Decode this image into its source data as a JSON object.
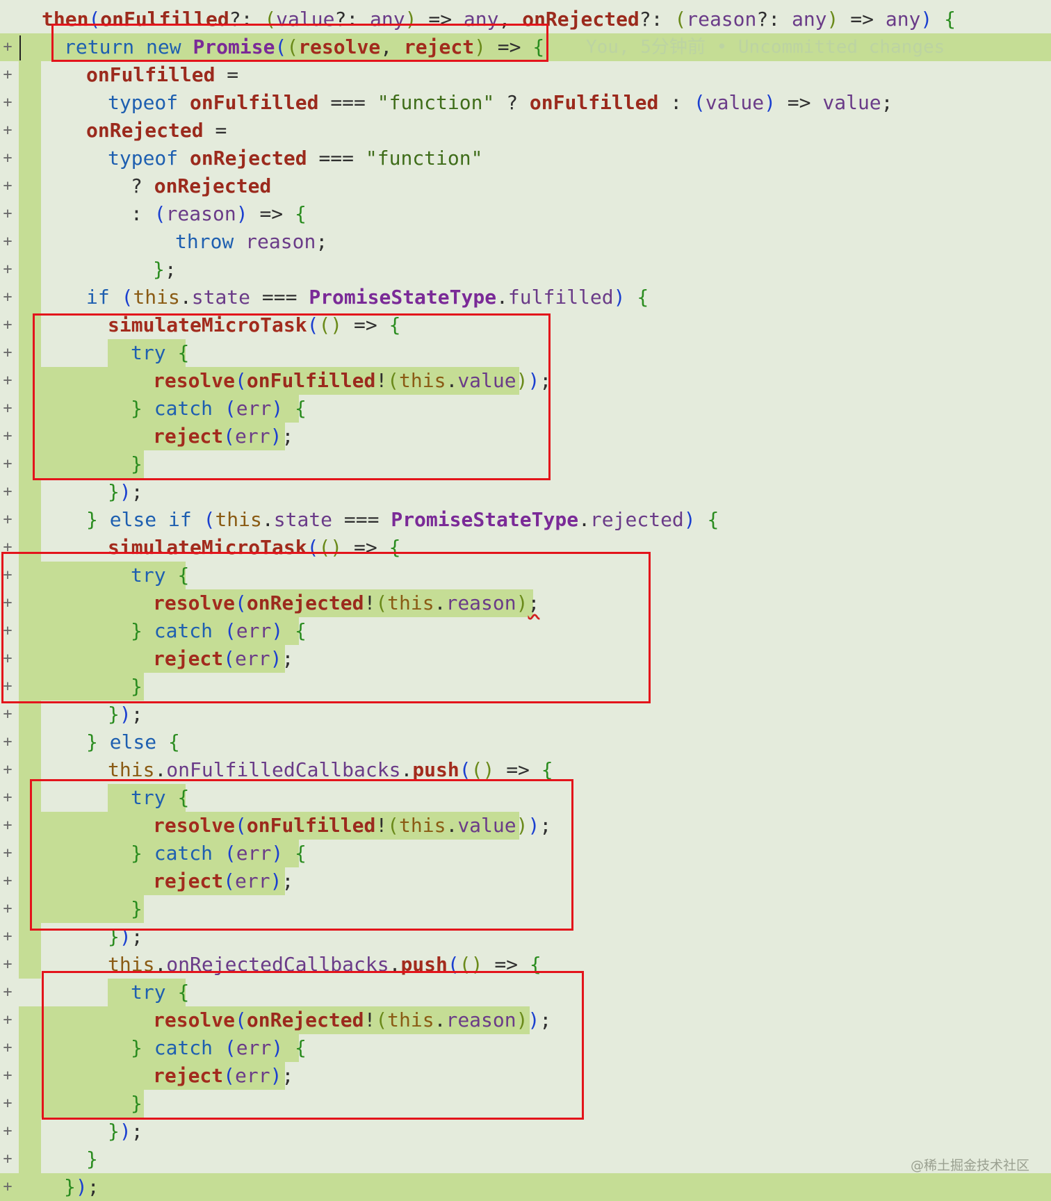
{
  "blame_annotation": "You, 5分钟前 • Uncommitted changes",
  "watermark": "@稀土掘金技术社区",
  "gutter_marker": "+",
  "colors": {
    "editor_background": "#e4ebdc",
    "diff_added": "#c5dd95",
    "annotation_box": "#e3141b"
  },
  "code_lines": [
    {
      "text": "then(onFulfilled?: (value?: any) => any, onRejected?: (reason?: any) => any) {"
    },
    {
      "text": "return new Promise((resolve, reject) => {"
    },
    {
      "text": "onFulfilled ="
    },
    {
      "text": "typeof onFulfilled === \"function\" ? onFulfilled : (value) => value;"
    },
    {
      "text": "onRejected ="
    },
    {
      "text": "typeof onRejected === \"function\""
    },
    {
      "text": "? onRejected"
    },
    {
      "text": ": (reason) => {"
    },
    {
      "text": "throw reason;"
    },
    {
      "text": "};"
    },
    {
      "text": "if (this.state === PromiseStateType.fulfilled) {"
    },
    {
      "text": "simulateMicroTask(() => {"
    },
    {
      "text": "try {"
    },
    {
      "text": "resolve(onFulfilled!(this.value));"
    },
    {
      "text": "} catch (err) {"
    },
    {
      "text": "reject(err);"
    },
    {
      "text": "}"
    },
    {
      "text": "});"
    },
    {
      "text": "} else if (this.state === PromiseStateType.rejected) {"
    },
    {
      "text": "simulateMicroTask(() => {"
    },
    {
      "text": "try {"
    },
    {
      "text": "resolve(onRejected!(this.reason);"
    },
    {
      "text": "} catch (err) {"
    },
    {
      "text": "reject(err);"
    },
    {
      "text": "}"
    },
    {
      "text": "});"
    },
    {
      "text": "} else {"
    },
    {
      "text": "this.onFulfilledCallbacks.push(() => {"
    },
    {
      "text": "try {"
    },
    {
      "text": "resolve(onFulfilled!(this.value));"
    },
    {
      "text": "} catch (err) {"
    },
    {
      "text": "reject(err);"
    },
    {
      "text": "}"
    },
    {
      "text": "});"
    },
    {
      "text": "this.onRejectedCallbacks.push(() => {"
    },
    {
      "text": "try {"
    },
    {
      "text": "resolve(onRejected!(this.reason));"
    },
    {
      "text": "} catch (err) {"
    },
    {
      "text": "reject(err);"
    },
    {
      "text": "}"
    },
    {
      "text": "});"
    },
    {
      "text": "}"
    },
    {
      "text": "});"
    }
  ]
}
